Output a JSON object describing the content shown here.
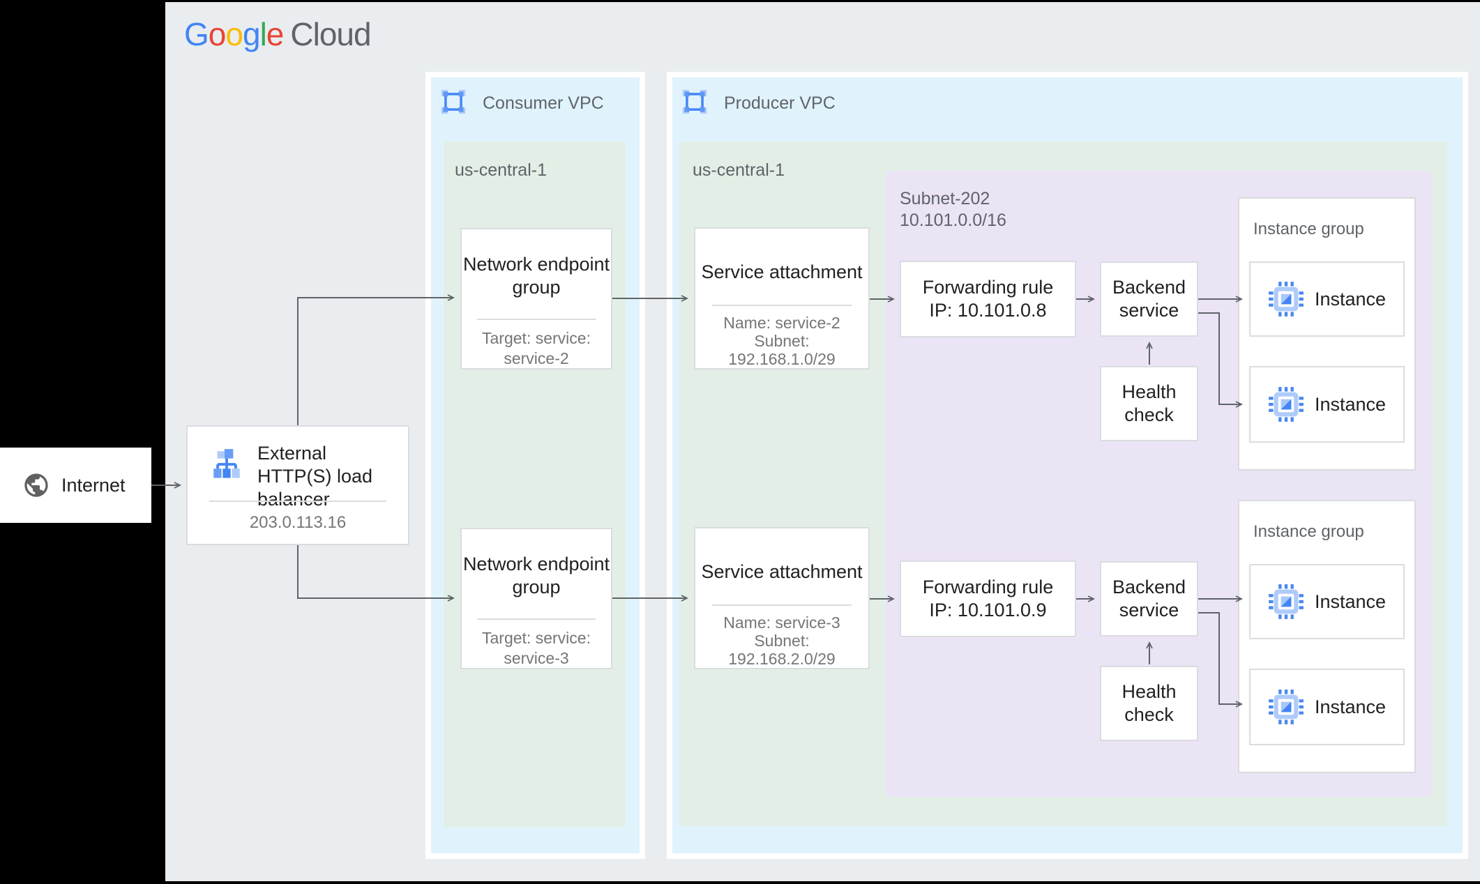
{
  "colors": {
    "canvas_gray": "#e9edf0",
    "vpc_fill": "#e0f3fd",
    "region_fill": "#e3efe6",
    "subnet_fill": "#ebe4f5",
    "arrow_gray": "#5f6368",
    "icon_blue": "#4285f4",
    "icon_blue_mid": "#669df6",
    "icon_blue_light": "#aecbfa",
    "google_blue": "#4285F4",
    "google_red": "#EA4335",
    "google_yellow": "#FBBC05",
    "google_green": "#34A853",
    "cloud_gray": "#5f6368"
  },
  "logo": {
    "letters": [
      {
        "ch": "G",
        "color": "#4285F4"
      },
      {
        "ch": "o",
        "color": "#EA4335"
      },
      {
        "ch": "o",
        "color": "#FBBC05"
      },
      {
        "ch": "g",
        "color": "#4285F4"
      },
      {
        "ch": "l",
        "color": "#34A853"
      },
      {
        "ch": "e",
        "color": "#EA4335"
      }
    ],
    "suffix": "Cloud"
  },
  "internet": {
    "label": "Internet"
  },
  "load_balancer": {
    "title": "External HTTP(S) load balancer",
    "ip": "203.0.113.16"
  },
  "consumer_vpc": {
    "label": "Consumer VPC",
    "region_label": "us-central-1",
    "negs": [
      {
        "title": "Network endpoint group",
        "target": "Target: service: service-2"
      },
      {
        "title": "Network endpoint group",
        "target": "Target: service: service-3"
      }
    ]
  },
  "producer_vpc": {
    "label": "Producer VPC",
    "region_label": "us-central-1",
    "service_attachments": [
      {
        "title": "Service attachment",
        "name": "Name: service-2",
        "subnet_word": "Subnet:",
        "cidr": "192.168.1.0/29"
      },
      {
        "title": "Service attachment",
        "name": "Name: service-3",
        "subnet_word": "Subnet:",
        "cidr": "192.168.2.0/29"
      }
    ],
    "subnet": {
      "name": "Subnet-202",
      "cidr": "10.101.0.0/16",
      "forwarding_rules": [
        {
          "title": "Forwarding rule",
          "ip": "IP: 10.101.0.8"
        },
        {
          "title": "Forwarding rule",
          "ip": "IP: 10.101.0.9"
        }
      ],
      "backend_services": [
        {
          "title": "Backend service"
        },
        {
          "title": "Backend service"
        }
      ],
      "health_checks": [
        {
          "title": "Health check"
        },
        {
          "title": "Health check"
        }
      ],
      "instance_groups": [
        {
          "label": "Instance group",
          "instances": [
            {
              "label": "Instance"
            },
            {
              "label": "Instance"
            }
          ]
        },
        {
          "label": "Instance group",
          "instances": [
            {
              "label": "Instance"
            },
            {
              "label": "Instance"
            }
          ]
        }
      ]
    }
  }
}
